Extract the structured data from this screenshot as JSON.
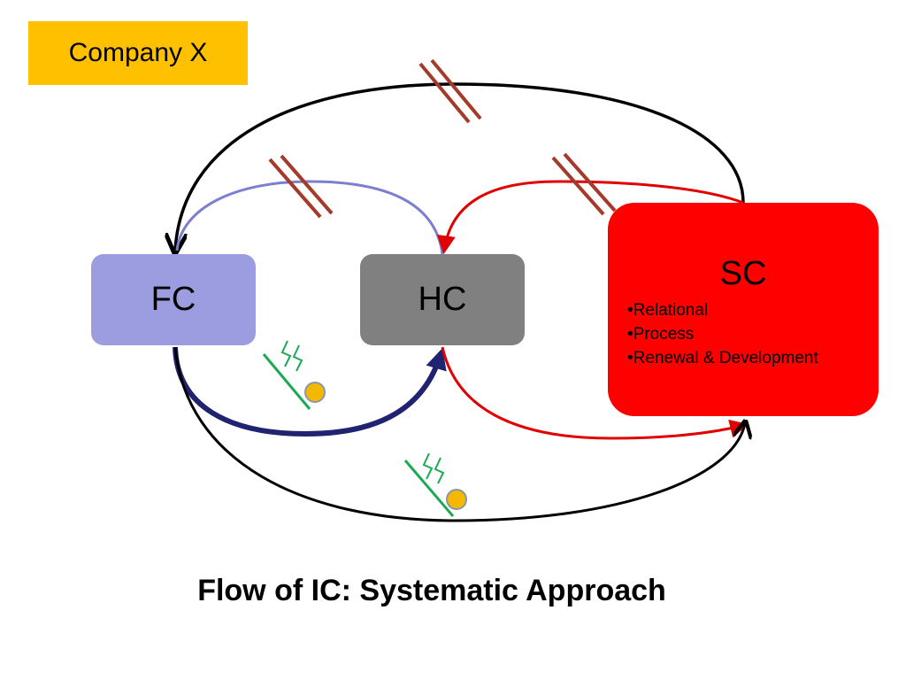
{
  "header": {
    "company_label": "Company X"
  },
  "nodes": {
    "fc": {
      "label": "FC"
    },
    "hc": {
      "label": "HC"
    },
    "sc": {
      "label": "SC",
      "items": [
        "Relational",
        "Process",
        "Renewal & Development"
      ]
    }
  },
  "caption": "Flow of IC: Systematic Approach",
  "colors": {
    "company_bg": "#ffc000",
    "fc_bg": "#9b9de0",
    "hc_bg": "#808080",
    "sc_bg": "#ff0000",
    "fc_link": "#7b7fd0",
    "red_link": "#e00000",
    "navy_link": "#1f2370",
    "black_link": "#000000",
    "hatch": "#a33a2a",
    "signal_green": "#1aaa55",
    "ball": "#f5b800",
    "ball_edge": "#8a96a6"
  }
}
